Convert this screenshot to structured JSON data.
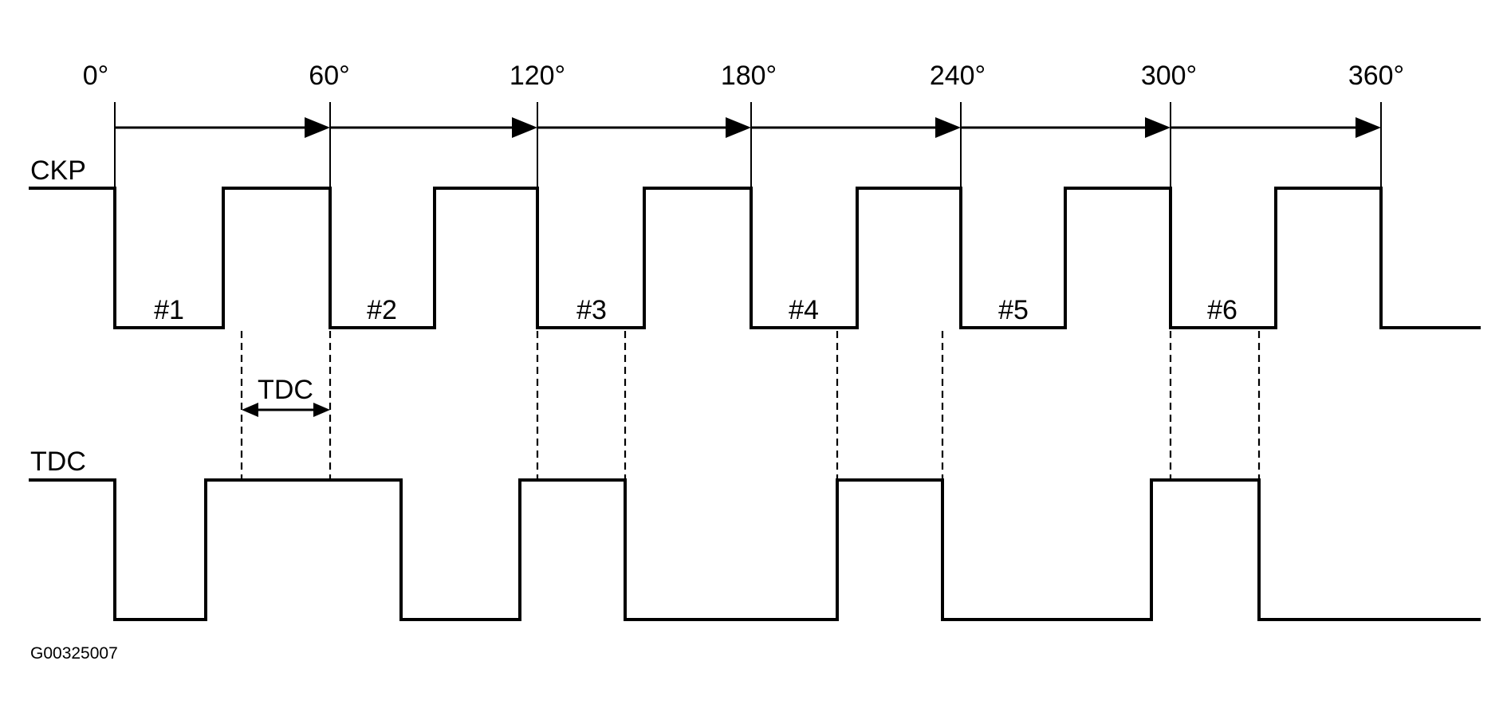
{
  "angles": [
    "0°",
    "60°",
    "120°",
    "180°",
    "240°",
    "300°",
    "360°"
  ],
  "signals": {
    "ckp_label": "CKP",
    "tdc_label": "TDC"
  },
  "cylinders": [
    "#1",
    "#2",
    "#3",
    "#4",
    "#5",
    "#6"
  ],
  "tdc_span_label": "TDC",
  "figure_code": "G00325007"
}
